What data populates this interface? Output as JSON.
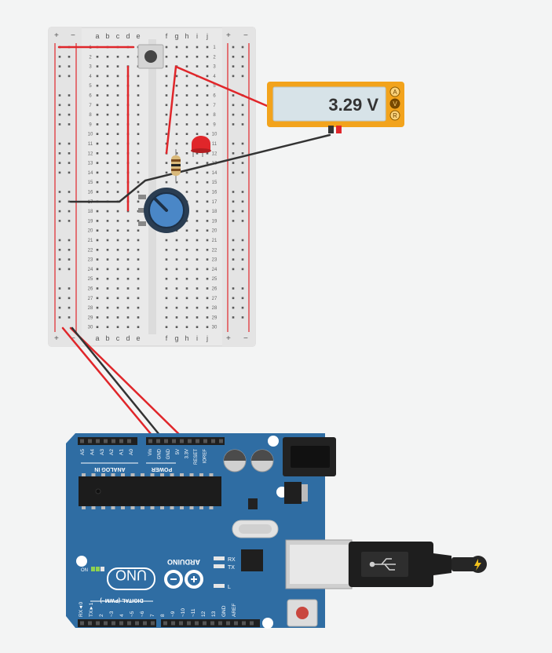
{
  "breadboard": {
    "plus": "+",
    "minus": "−",
    "cols_left": [
      "a",
      "b",
      "c",
      "d",
      "e"
    ],
    "cols_right": [
      "f",
      "g",
      "h",
      "i",
      "j"
    ],
    "rows": [
      "1",
      "2",
      "3",
      "4",
      "5",
      "6",
      "7",
      "8",
      "9",
      "10",
      "11",
      "12",
      "13",
      "14",
      "15",
      "16",
      "17",
      "18",
      "19",
      "20",
      "21",
      "22",
      "23",
      "24",
      "25",
      "26",
      "27",
      "28",
      "29",
      "30"
    ]
  },
  "multimeter": {
    "reading": "3.29 V",
    "modes": [
      "A",
      "V",
      "R"
    ]
  },
  "arduino": {
    "board_name": "UNO",
    "brand": "ARDUINO",
    "analog_header": "ANALOG IN",
    "power_header": "POWER",
    "digital_header": "DIGITAL (PWM~)",
    "analog_pins": [
      "A5",
      "A4",
      "A3",
      "A2",
      "A1",
      "A0"
    ],
    "power_pins": [
      "Vin",
      "GND",
      "GND",
      "5V",
      "3.3V",
      "RESET",
      "IOREF"
    ],
    "digital_pins": [
      "RX◄0",
      "TX►1",
      "2",
      "~3",
      "4",
      "~5",
      "~6",
      "7",
      "8",
      "~9",
      "~10",
      "~11",
      "12",
      "13",
      "GND",
      "AREF"
    ],
    "on_label": "ON",
    "rx_label": "RX",
    "tx_label": "TX",
    "l_label": "L"
  },
  "colors": {
    "board_blue": "#2f6da3",
    "wire_red": "#e0262a",
    "wire_black": "#333333",
    "meter_yellow": "#f2a31c",
    "meter_display": "#d7e3e8"
  }
}
